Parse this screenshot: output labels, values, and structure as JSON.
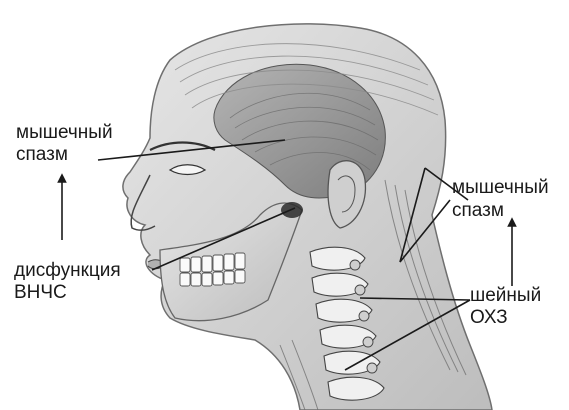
{
  "labels": {
    "left_muscle_1": "мышечный",
    "left_muscle_2": "спазм",
    "tmj_1": "дисфункция",
    "tmj_2": "ВНЧС",
    "right_muscle_1": "мышечный",
    "right_muscle_2": "спазм",
    "cervical_1": "шейный",
    "cervical_2": "ОХЗ"
  },
  "colors": {
    "background": "#ffffff",
    "skin": "#d9d9d9",
    "muscle": "#9a9a9a",
    "bone": "#f2f2f2",
    "line": "#1a1a1a"
  }
}
